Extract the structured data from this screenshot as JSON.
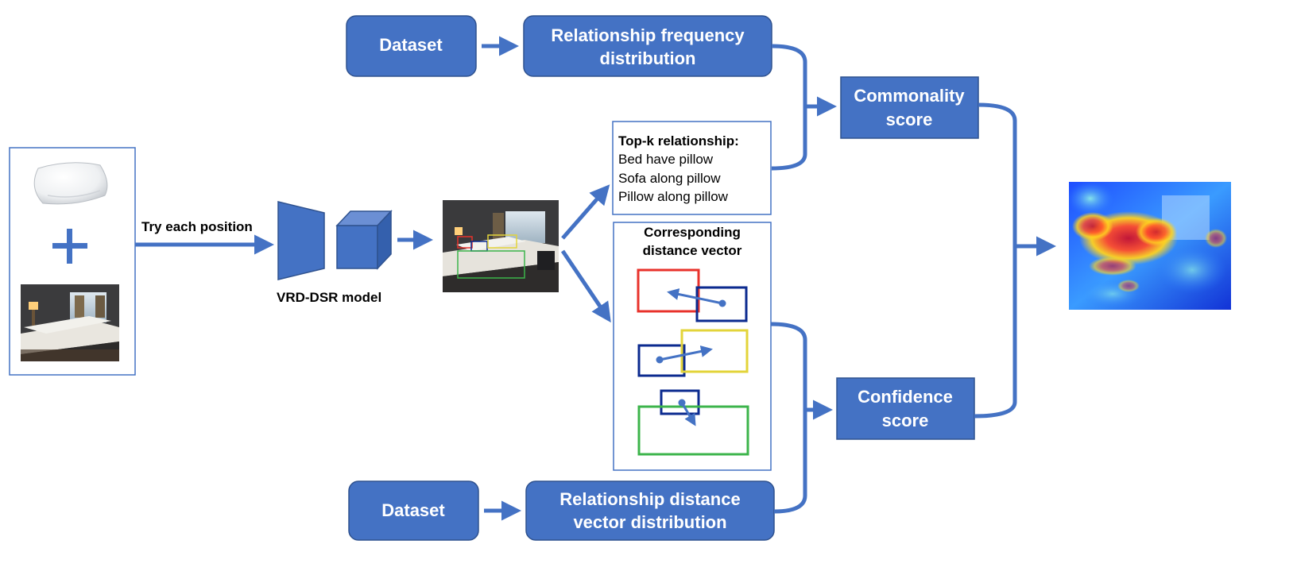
{
  "colors": {
    "node_fill": "#4472c4",
    "node_stroke": "#2f528f",
    "arrow": "#4472c4",
    "panel_border": "#4472c4",
    "box_red": "#e8322b",
    "box_navy": "#0b2a8f",
    "box_yellow": "#e3d43a",
    "box_green": "#3cb44b"
  },
  "nodes": {
    "dataset_top": "Dataset",
    "rel_freq_line1": "Relationship frequency",
    "rel_freq_line2": "distribution",
    "commonality_line1": "Commonality",
    "commonality_line2": "score",
    "confidence_line1": "Confidence",
    "confidence_line2": "score",
    "dataset_bottom": "Dataset",
    "rel_dist_line1": "Relationship distance",
    "rel_dist_line2": "vector distribution"
  },
  "labels": {
    "try_each_position": "Try each position",
    "model": "VRD-DSR model"
  },
  "topk": {
    "title": "Top-k relationship:",
    "items": [
      "Bed have pillow",
      "Sofa along pillow",
      "Pillow along pillow"
    ]
  },
  "distance_panel": {
    "title_line1": "Corresponding",
    "title_line2": "distance vector"
  },
  "icons": {
    "input_object": "pillow-icon",
    "plus": "plus-icon",
    "input_scene": "hotel-room-photo",
    "detection": "hotel-room-detections-photo",
    "output": "placement-heatmap"
  }
}
